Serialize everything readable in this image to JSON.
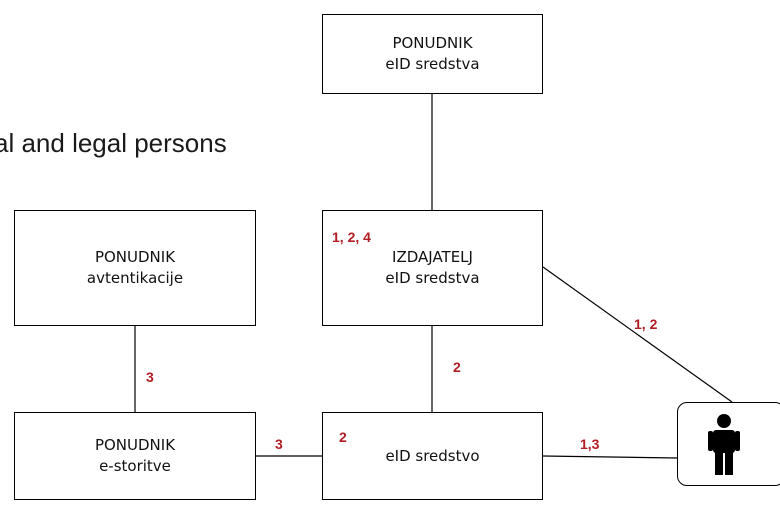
{
  "background_text": "al and legal persons",
  "nodes": {
    "provider_eid": {
      "line1": "PONUDNIK",
      "line2": "eID sredstva"
    },
    "issuer_eid": {
      "line1": "IZDAJATELJ",
      "line2": "eID sredstva"
    },
    "provider_auth": {
      "line1": "PONUDNIK",
      "line2": "avtentikacije"
    },
    "provider_service": {
      "line1": "PONUDNIK",
      "line2": "e-storitve"
    },
    "eid_means": {
      "line1": "eID sredstvo"
    }
  },
  "edge_labels": {
    "issuer_corner": "1, 2, 4",
    "issuer_to_person": "1, 2",
    "auth_to_service": "3",
    "issuer_to_means": "2",
    "service_to_means": "3",
    "means_corner": "2",
    "means_to_person": "1,3"
  },
  "colors": {
    "label": "#b01e24",
    "line": "#000000"
  },
  "icons": {
    "person": "person-icon"
  }
}
